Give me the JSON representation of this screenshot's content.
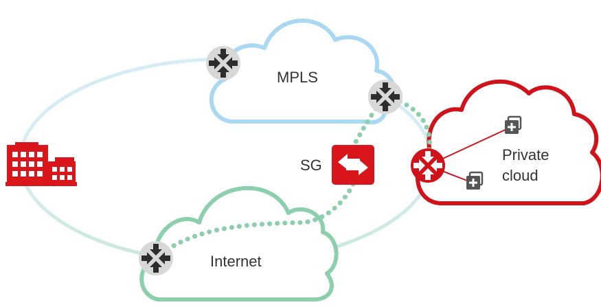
{
  "labels": {
    "mpls": "MPLS",
    "internet": "Internet",
    "sg": "SG",
    "private_cloud_line1": "Private",
    "private_cloud_line2": "cloud"
  },
  "colors": {
    "mpls_cloud": "#a9d8f2",
    "internet_cloud": "#8ccfad",
    "private_cloud": "#d0121b",
    "ring": "#d6ecf6",
    "dotted_path": "#8ccfad",
    "router_fill": "#d8d8d8",
    "router_arrows": "#2d2d2d",
    "branch": "#d9161c",
    "security_gateway": "#d9161c",
    "vm_icon": "#555555",
    "label_text": "#333333"
  },
  "icons": {
    "branch": "building-icon",
    "router": "router-icon",
    "security_gateway": "security-gateway-icon",
    "virtual_machine": "vm-stack-icon"
  }
}
